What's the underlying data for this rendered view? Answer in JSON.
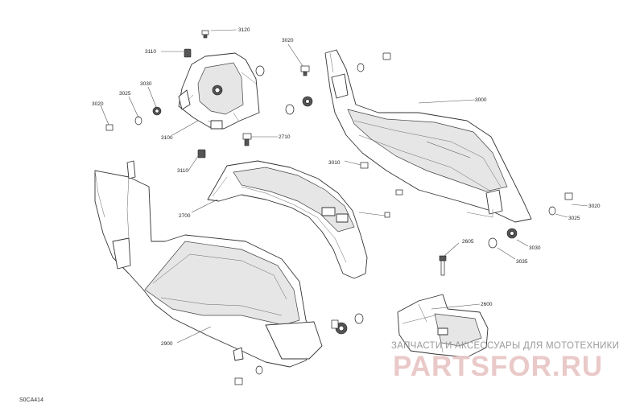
{
  "diagram": {
    "figure_code": "S0CA414",
    "callouts": [
      "3120",
      "3110",
      "3020",
      "3025",
      "3030",
      "3100",
      "3020",
      "2710",
      "3000",
      "3010",
      "3110",
      "2700",
      "3020",
      "3025",
      "3030",
      "3035",
      "2605",
      "2600",
      "2900"
    ],
    "watermark": {
      "caption": "ЗАПЧАСТИ И АКСЕССУАРЫ ДЛЯ МОТОТЕХНИКИ",
      "brand": "PARTSFOR.RU"
    }
  }
}
